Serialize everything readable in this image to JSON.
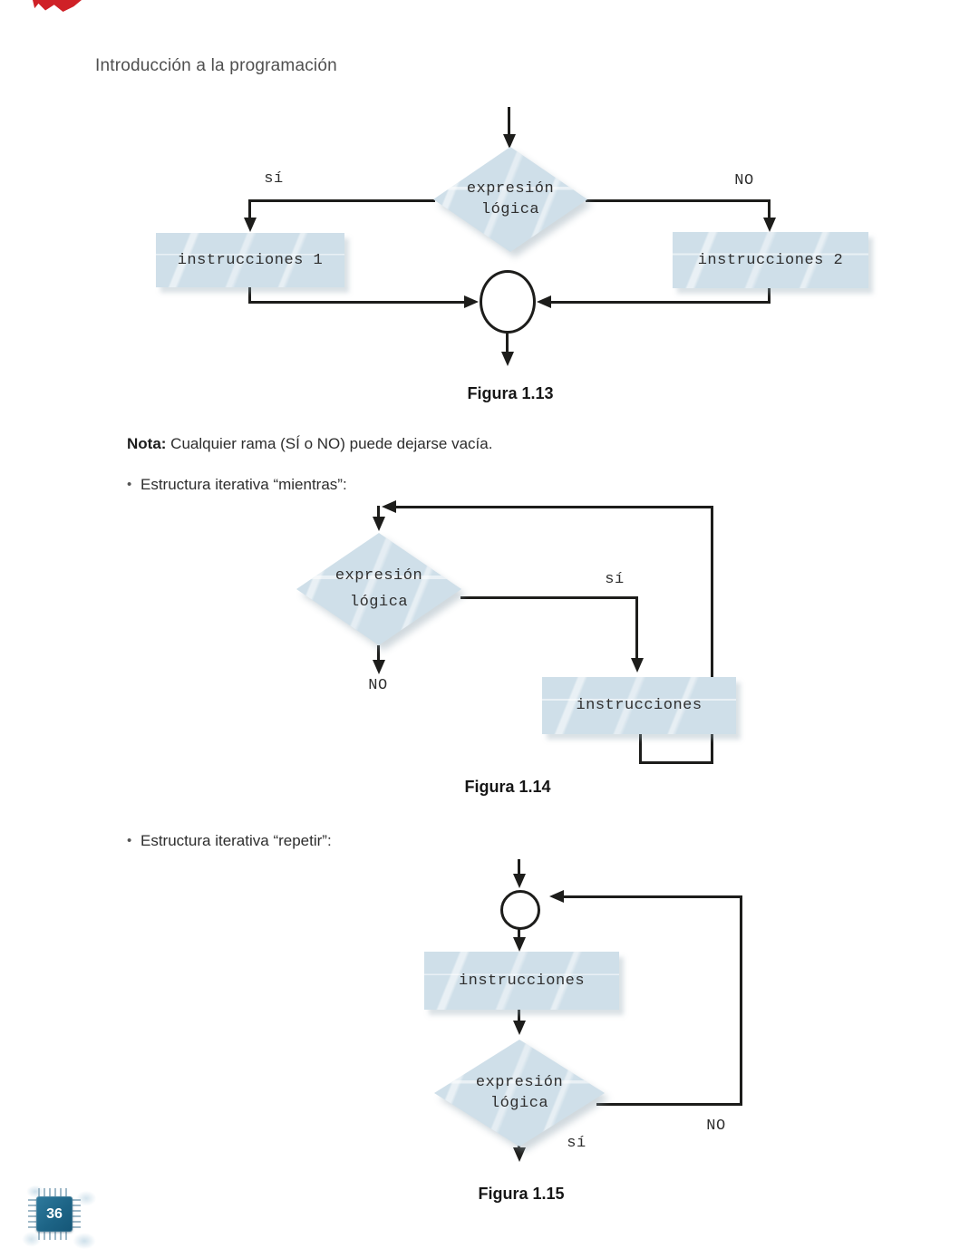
{
  "header": {
    "title": "Introducción a la programación"
  },
  "note": {
    "label": "Nota:",
    "text": " Cualquier rama (SÍ o NO) puede dejarse vacía."
  },
  "bullets": [
    {
      "marker": "•",
      "text": "Estructura iterativa “mientras”:"
    },
    {
      "marker": "•",
      "text": "Estructura iterativa “repetir”:"
    }
  ],
  "figures": {
    "fig113": {
      "caption": "Figura 1.13",
      "decision": [
        "expresión",
        "lógica"
      ],
      "yes": "sí",
      "no": "NO",
      "box1": "instrucciones 1",
      "box2": "instrucciones 2"
    },
    "fig114": {
      "caption": "Figura 1.14",
      "decision": [
        "expresión",
        "lógica"
      ],
      "yes": "sí",
      "no": "NO",
      "box": "instrucciones"
    },
    "fig115": {
      "caption": "Figura 1.15",
      "decision": [
        "expresión",
        "lógica"
      ],
      "yes": "sí",
      "no": "NO",
      "box": "instrucciones"
    }
  },
  "page": {
    "number": "36"
  },
  "colors": {
    "shape_fill": "#cfdfe9",
    "line": "#1d1d1b",
    "badge_blue": "#1d6486",
    "torn_red": "#cf2127"
  }
}
